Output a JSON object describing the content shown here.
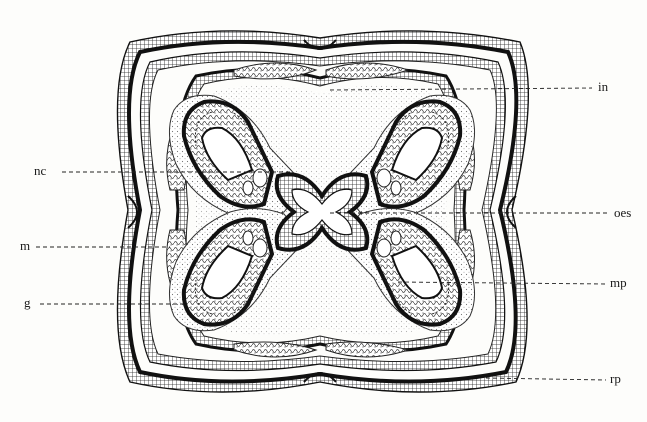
{
  "labels": {
    "in": "in",
    "nc": "nc",
    "oes": "oes",
    "m": "m",
    "mp": "mp",
    "g": "g",
    "rp": "rp"
  },
  "colors": {
    "ink": "#1a1a1a",
    "paper": "#fdfdfb",
    "stipple": "#9a9a9a"
  }
}
